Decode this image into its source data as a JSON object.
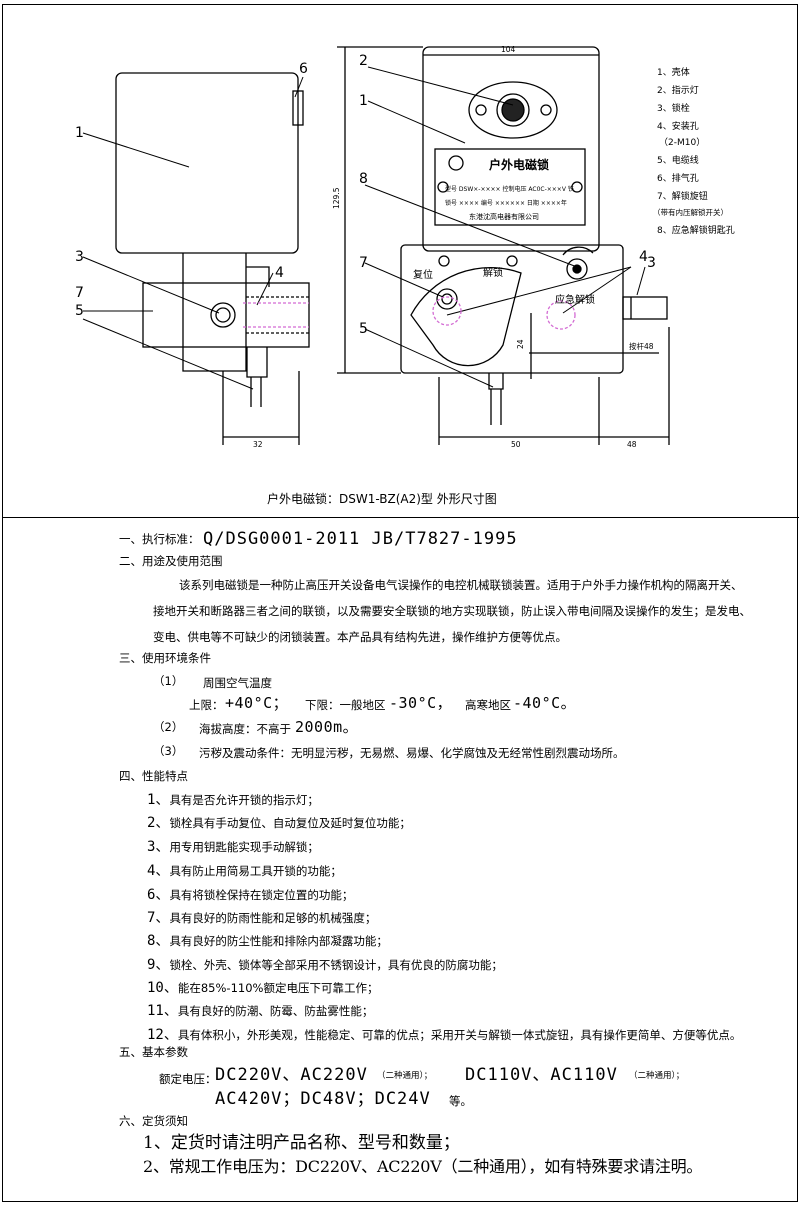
{
  "drawing": {
    "title": "户外电磁锁：DSW1-BZ(A2)型 外形尺寸图",
    "callouts": [
      "1",
      "2",
      "3",
      "4",
      "5",
      "6",
      "7",
      "8"
    ],
    "dims": {
      "width_top": "104",
      "height_right": "129.5",
      "bottom_left": "32",
      "bottom_mid": "50",
      "bottom_right": "48",
      "small_v": "24",
      "shaft": "按杆48"
    },
    "legend": [
      "1、壳体",
      "2、指示灯",
      "3、锁栓",
      "4、安装孔",
      "（2-M10）",
      "5、电缆线",
      "6、排气孔",
      "7、解锁旋钮",
      "（带有内压解锁开关）",
      "8、应急解锁钥匙孔"
    ],
    "nameplate": {
      "brand": "户外电磁锁",
      "line1": "型号 DSW×-××××  控制电压 AC0C-×××V  铁",
      "line2": "锁号 ××××  编号 ××××××  日期 ××××年",
      "maker": "东港沈高电器有限公司"
    },
    "labels": {
      "reset": "复位",
      "unlock": "解锁",
      "emergency": "应急解锁"
    }
  },
  "spec": {
    "s1_title": "一、执行标准：",
    "s1_value": "Q/DSG0001-2011    JB/T7827-1995",
    "s2_title": "二、用途及使用范围",
    "s2_p1": "该系列电磁锁是一种防止高压开关设备电气误操作的电控机械联锁装置。适用于户外手力操作机构的隔离开关、",
    "s2_p2": "接地开关和断路器三者之间的联锁，以及需要安全联锁的地方实现联锁，防止误入带电间隔及误操作的发生；是发电、",
    "s2_p3": "变电、供电等不可缺少的闭锁装置。本产品具有结构先进，操作维护方便等优点。",
    "s3_title": "三、使用环境条件",
    "s3_c1_num": "（1）",
    "s3_c1_text": "周围空气温度",
    "s3_c1_a": "上限：",
    "s3_c1_b": "+40°C；",
    "s3_c1_c": "下限：一般地区",
    "s3_c1_d": "-30°C，",
    "s3_c1_e": "高寒地区",
    "s3_c1_f": "-40°C。",
    "s3_c2_num": "（2）",
    "s3_c2_a": "海拔高度：不高于",
    "s3_c2_b": "2000m。",
    "s3_c3_num": "（3）",
    "s3_c3_text": "污秽及震动条件：无明显污秽，无易燃、易爆、化学腐蚀及无经常性剧烈震动场所。",
    "s4_title": "四、性能特点",
    "features": [
      {
        "n": "1、",
        "t": "具有是否允许开锁的指示灯；"
      },
      {
        "n": "2、",
        "t": "锁栓具有手动复位、自动复位及延时复位功能；"
      },
      {
        "n": "3、",
        "t": "用专用钥匙能实现手动解锁；"
      },
      {
        "n": "4、",
        "t": "具有防止用简易工具开锁的功能；"
      },
      {
        "n": "6、",
        "t": "具有将锁栓保持在锁定位置的功能；"
      },
      {
        "n": "7、",
        "t": "具有良好的防雨性能和足够的机械强度；"
      },
      {
        "n": "8、",
        "t": "具有良好的防尘性能和排除内部凝露功能；"
      },
      {
        "n": "9、",
        "t": "锁栓、外壳、锁体等全部采用不锈钢设计，具有优良的防腐功能；"
      },
      {
        "n": "10、",
        "t": "能在85%-110%额定电压下可靠工作；"
      },
      {
        "n": "11、",
        "t": "具有良好的防潮、防霉、防盐雾性能；"
      },
      {
        "n": "12、",
        "t": "具有体积小，外形美观，性能稳定、可靠的优点；采用开关与解锁一体式旋钮，具有操作更简单、方便等优点。"
      }
    ],
    "s5_title": "五、基本参数",
    "s5_label": "额定电压：",
    "s5_v1": "DC220V、AC220V",
    "s5_v1n": "（二种通用）；",
    "s5_v2": "DC110V、AC110V",
    "s5_v2n": "（二种通用）；",
    "s5_v3": "AC420V；DC48V；DC24V",
    "s5_v3n": "等。",
    "s6_title": "六、定货须知",
    "s6_1": "1、定货时请注明产品名称、型号和数量；",
    "s6_2": "2、常规工作电压为：DC220V、AC220V（二种通用），如有特殊要求请注明。"
  }
}
